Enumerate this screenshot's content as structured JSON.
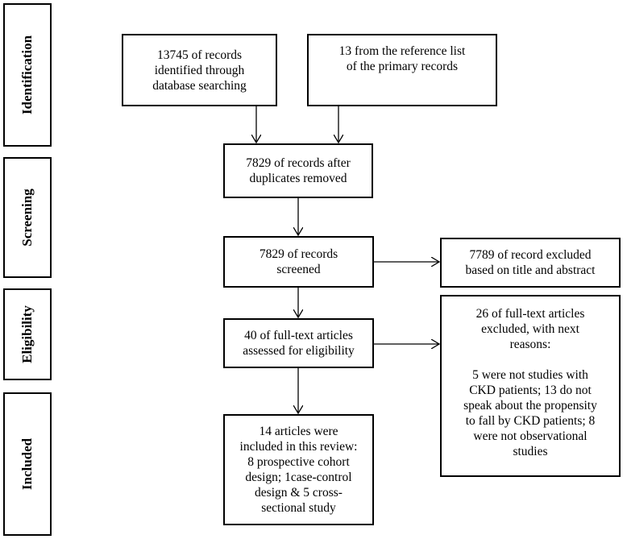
{
  "stages": {
    "identification": "Identification",
    "screening": "Screening",
    "eligibility": "Eligibility",
    "included": "Included"
  },
  "boxes": {
    "database_records": [
      "13745 of records",
      "identified through",
      "database searching"
    ],
    "reference_records": [
      "13 from the reference list",
      "of the primary records"
    ],
    "after_duplicates": [
      "7829 of records after",
      "duplicates  removed"
    ],
    "records_screened": [
      "7829 of records",
      "screened"
    ],
    "records_excluded": [
      "7789 of record excluded",
      "based on title  and abstract"
    ],
    "fulltext_assessed": [
      "40 of full-text  articles",
      "assessed for eligibility"
    ],
    "fulltext_excluded": {
      "heading": [
        "26 of full-text  articles",
        "excluded,  with next",
        "reasons:"
      ],
      "reasons": [
        "5 were not studies with",
        "CKD patients;  13 do not",
        "speak about the propensity",
        "to fall  by CKD patients;  8",
        "were not observational",
        "studies"
      ]
    },
    "included_studies": [
      "14 articles were",
      "included in this review:",
      "8 prospective  cohort",
      "design;  1case-control",
      "design  & 5 cross-",
      "sectional study"
    ]
  }
}
